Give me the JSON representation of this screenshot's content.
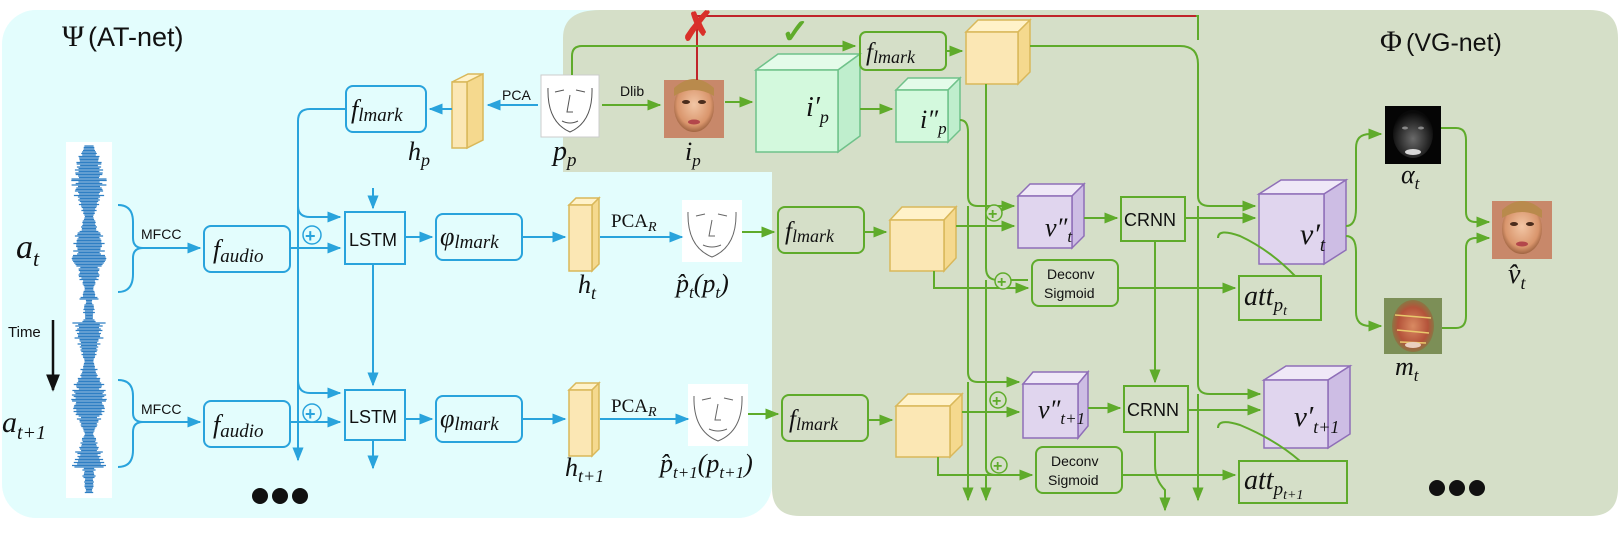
{
  "colors": {
    "at_bg": "#e3fdfd",
    "vg_bg": "#d5dfc8",
    "at_stroke": "#29a3dc",
    "vg_stroke": "#5fab2b",
    "feature_fill": "#fbe7b4",
    "feature_stroke": "#d9b85a",
    "id_fill": "#d3f9dd",
    "id_stroke": "#6fc28a",
    "video_fill": "#e0d5ee",
    "video_stroke": "#8f6fb8",
    "cross": "#d9302a",
    "check": "#5fab2b",
    "red_line": "#c0242a"
  },
  "at_net": {
    "psi": "Ψ",
    "label": "(AT-net)"
  },
  "vg_net": {
    "phi": "Φ",
    "label": "(VG-net)"
  },
  "audio": {
    "a_t": "a",
    "a_t_sub": "t",
    "a_t1": "a",
    "a_t1_sub": "t+1",
    "time_label": "Time",
    "mfcc_top": "MFCC",
    "mfcc_bottom": "MFCC"
  },
  "blocks": {
    "f_audio_top": "f",
    "f_audio_top_sub": "audio",
    "f_audio_bottom": "f",
    "f_audio_bottom_sub": "audio",
    "lstm_top": "LSTM",
    "lstm_bottom": "LSTM",
    "phi_top": "φ",
    "phi_top_sub": "lmark",
    "phi_bottom": "φ",
    "phi_bottom_sub": "lmark",
    "f_lmark_at": "f",
    "f_lmark_at_sub": "lmark",
    "f_lmark_vg_top": "f",
    "f_lmark_vg_top_sub": "lmark",
    "f_lmark_mid": "f",
    "f_lmark_mid_sub": "lmark",
    "f_lmark_low": "f",
    "f_lmark_low_sub": "lmark",
    "crnn_top": "CRNN",
    "crnn_bottom": "CRNN",
    "deconv_top_1": "Deconv",
    "deconv_top_2": "Sigmoid",
    "deconv_bottom_1": "Deconv",
    "deconv_bottom_2": "Sigmoid",
    "att_top": "att",
    "att_top_sub": "p",
    "att_top_subsub": "t",
    "att_bottom": "att",
    "att_bottom_sub": "p",
    "att_bottom_subsub": "t+1"
  },
  "labels": {
    "pca": "PCA",
    "dlib": "Dlib",
    "pca_r": "PCA",
    "pca_r_sub": "R",
    "h_p": "h",
    "h_p_sub": "p",
    "h_t": "h",
    "h_t_sub": "t",
    "h_t1": "h",
    "h_t1_sub": "t+1",
    "p_p": "p",
    "p_p_sub": "p",
    "i_p": "i",
    "i_p_sub": "p",
    "p_hat_t": "p̂",
    "p_hat_t_sub": "t",
    "p_hat_t_arg": "(p",
    "p_hat_t_arg_sub": "t",
    "p_hat_t_close": ")",
    "p_hat_t1": "p̂",
    "p_hat_t1_sub": "t+1",
    "p_hat_t1_arg": "(p",
    "p_hat_t1_arg_sub": "t+1",
    "p_hat_t1_close": ")",
    "i_p_prime": "i′",
    "i_p_prime_sub": "p",
    "i_p_dprime": "i″",
    "i_p_dprime_sub": "p",
    "v_t_dprime": "v″",
    "v_t_dprime_sub": "t",
    "v_t1_dprime": "v″",
    "v_t1_dprime_sub": "t+1",
    "v_t_prime": "v′",
    "v_t_prime_sub": "t",
    "v_t1_prime": "v′",
    "v_t1_prime_sub": "t+1",
    "alpha_t": "α",
    "alpha_t_sub": "t",
    "m_t": "m",
    "m_t_sub": "t",
    "v_hat_t": "v̂",
    "v_hat_t_sub": "t",
    "cross_mark": "✗",
    "check_mark": "✓",
    "plus": "+"
  }
}
